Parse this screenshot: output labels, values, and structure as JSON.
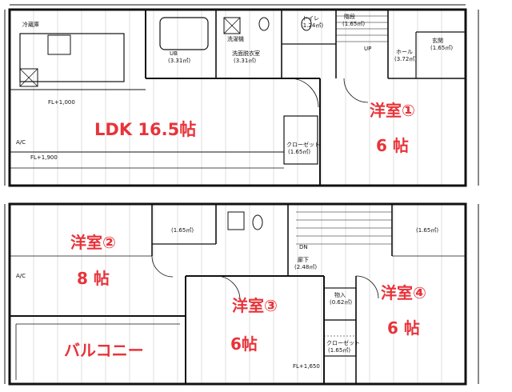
{
  "rooms": {
    "ldk": {
      "name": "LDK 16.5帖"
    },
    "western1": {
      "name": "洋室①",
      "size": "6 帖"
    },
    "western2": {
      "name": "洋室②",
      "size": "8 帖"
    },
    "western3": {
      "name": "洋室③",
      "size": "6帖"
    },
    "western4": {
      "name": "洋室④",
      "size": "6 帖"
    },
    "balcony": {
      "name": "バルコニー"
    }
  },
  "fixtures": {
    "fridge": "冷蔵庫",
    "ub": "UB",
    "ub_area": "(3.31㎡)",
    "washer": "洗濯機",
    "washroom": "洗面脱衣室",
    "washroom_area": "(3.31㎡)",
    "toilet": "トイレ",
    "toilet_area": "(1.24㎡)",
    "storage1": "階段",
    "storage1_area": "(1.65㎡)",
    "hall": "ホール",
    "hall_area": "(3.72㎡)",
    "entrance": "玄関",
    "entrance_area": "(1.65㎡)",
    "closet1": "クローゼット",
    "closet1_area": "(1.65㎡)",
    "ac1": "A/C",
    "fl1": "FL+1,000",
    "fl2": "FL+1,900",
    "closet2_area": "(1.65㎡)",
    "closet3_area": "(1.65㎡)",
    "ac2": "A/C",
    "corridor": "廊下",
    "corridor_area": "(2.48㎡)",
    "storage2": "物入",
    "storage2_area": "(0.62㎡)",
    "closet4": "クローゼット",
    "closet4_area": "(1.65㎡)",
    "fl3": "FL+1,650",
    "dn": "DN",
    "up": "UP"
  }
}
